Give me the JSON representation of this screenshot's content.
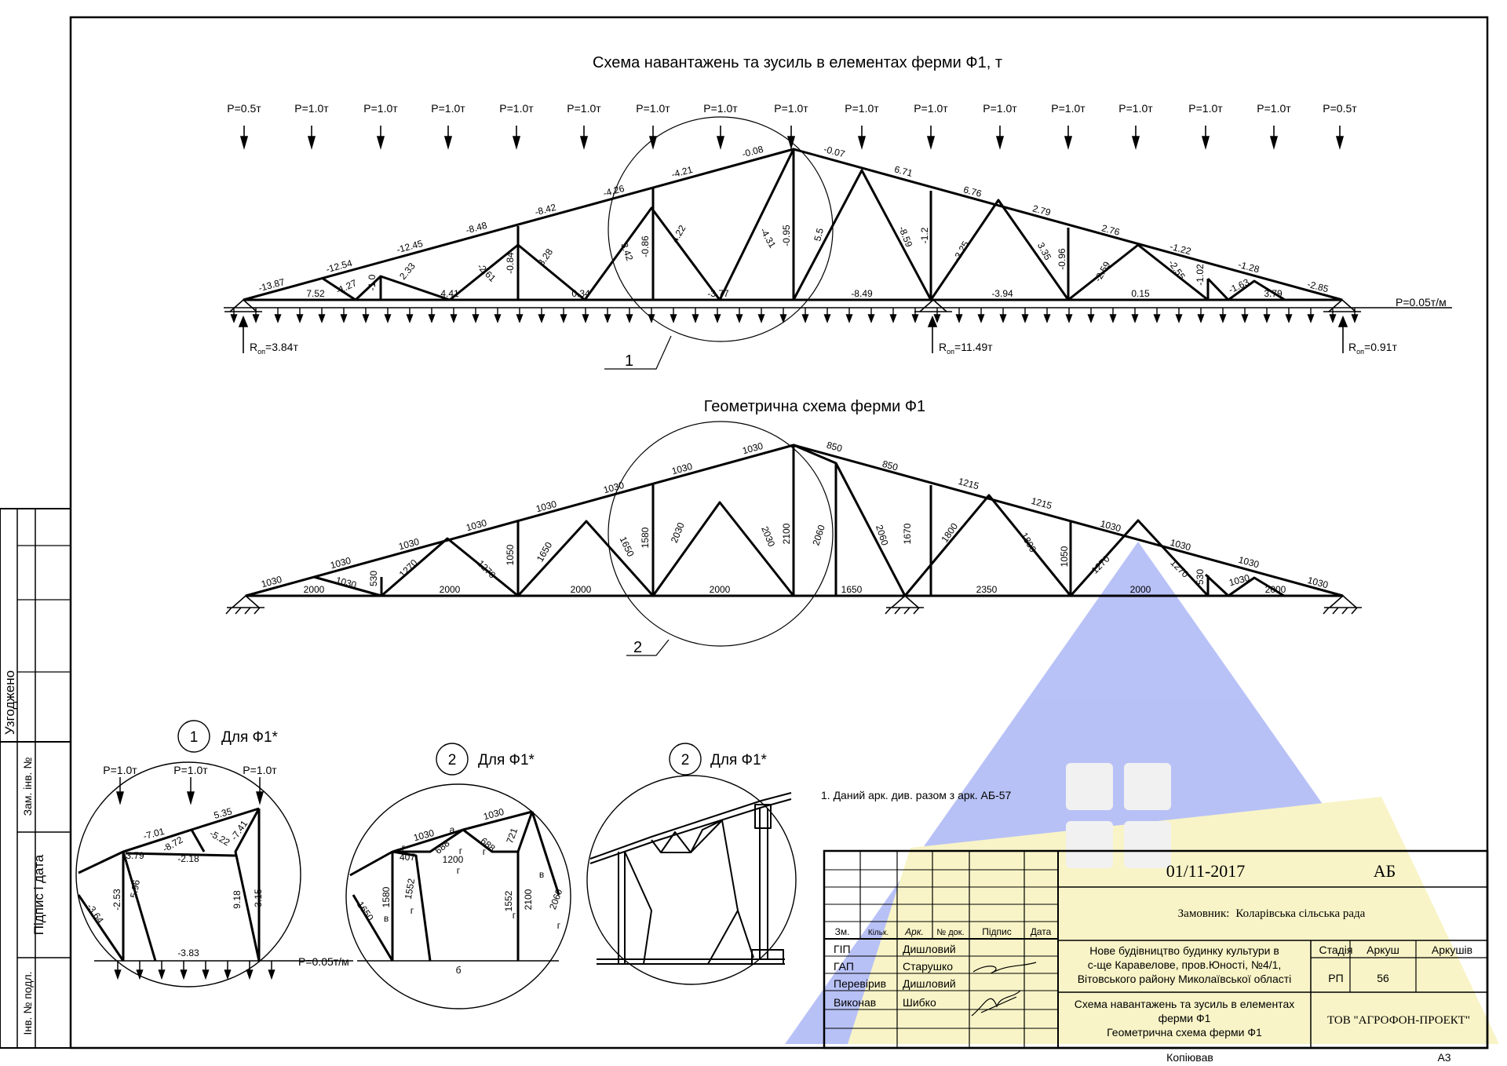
{
  "titles": {
    "loads": "Схема навантажень та зусиль в елементах ферми Ф1, т",
    "geometry": "Геометрична схема ферми Ф1"
  },
  "loads": [
    "P=0.5т",
    "P=1.0т",
    "P=1.0т",
    "P=1.0т",
    "P=1.0т",
    "P=1.0т",
    "P=1.0т",
    "P=1.0т",
    "P=1.0т",
    "P=1.0т",
    "P=1.0т",
    "P=1.0т",
    "P=1.0т",
    "P=1.0т",
    "P=1.0т",
    "P=1.0т",
    "P=0.5т"
  ],
  "distributed_load": "P=0.05т/м",
  "reactions": [
    {
      "sub": "оп",
      "value": "=3.84т"
    },
    {
      "sub": "оп",
      "value": "=11.49т"
    },
    {
      "sub": "оп",
      "value": "=0.91т"
    }
  ],
  "reaction_symbol": "R",
  "forces": {
    "top_chord": [
      "-13.87",
      "-12.54",
      "-12.45",
      "-8.48",
      "-8.42",
      "-4.26",
      "-4.21",
      "-0.08",
      "-0.07",
      "6.71",
      "6.76",
      "2.79",
      "2.76",
      "-1.22",
      "-1.28",
      "-2.85"
    ],
    "bottom_chord": [
      "7.52",
      "4.41",
      "0.34",
      "-3.77",
      "-8.49",
      "-3.94",
      "0.15",
      "3.79"
    ],
    "web": [
      "-1.27",
      "-1.0",
      "2.33",
      "-2.61",
      "-0.84",
      "3.28",
      "3.42",
      "-0.86",
      "4.22",
      "-4.31",
      "-0.95",
      "5.5",
      "-8.59",
      "-1.2",
      "-3.25",
      "3.35",
      "-0.96",
      "-2.59",
      "-2.55",
      "-1.02",
      "-1.63"
    ]
  },
  "geometry": {
    "top_chord": [
      "1030",
      "1030",
      "1030",
      "1030",
      "1030",
      "1030",
      "1030",
      "1030",
      "850",
      "850",
      "1215",
      "1215",
      "1030",
      "1030",
      "1030",
      "1030"
    ],
    "bottom_chord": [
      "2000",
      "2000",
      "2000",
      "2000",
      "1650",
      "2350",
      "2000",
      "2000"
    ],
    "web": [
      "1030",
      "530",
      "1270",
      "1270",
      "1050",
      "1650",
      "1650",
      "1580",
      "2030",
      "2030",
      "2100",
      "2060",
      "2060",
      "1670",
      "1800",
      "1800",
      "1050",
      "1270",
      "1270",
      "530",
      "1030"
    ]
  },
  "callouts": [
    "1",
    "2"
  ],
  "details": [
    {
      "num": "1",
      "label": "Для Ф1*",
      "loads": [
        "P=1.0т",
        "P=1.0т",
        "P=1.0т"
      ],
      "values": [
        "-7.01",
        "5.35",
        "3.79",
        "-8.72",
        "-5.22",
        "-7.41",
        "-2.18",
        "-2.53",
        "5.96",
        "9.18",
        "3.15",
        "-3.64",
        "-3.83"
      ],
      "dist_load": "P=0.05т/м"
    },
    {
      "num": "2",
      "label": "Для Ф1*",
      "values": [
        "1030",
        "1030",
        "а",
        "407",
        "688",
        "688",
        "721",
        "г",
        "г",
        "г",
        "1200",
        "г",
        "1650",
        "1580",
        "1552",
        "в",
        "г",
        "1552",
        "2100",
        "2060",
        "в",
        "г",
        "г",
        "б"
      ]
    },
    {
      "num": "2",
      "label": "Для Ф1*"
    }
  ],
  "note": "1. Даний арк. див. разом з арк. АБ-57",
  "side_stamp": {
    "agreed": "Узгоджено",
    "replaced": "Зам. інв. №",
    "signature_date": "Підпис і дата",
    "inv_no": "Інв. № подл."
  },
  "title_block": {
    "code": "01/11-2017",
    "section": "АБ",
    "customer_label": "Замовник:",
    "customer": "Коларівська сільська рада",
    "headers": [
      "Зм.",
      "Кільк.",
      "Арк.",
      "№ док.",
      "Підпис",
      "Дата"
    ],
    "people": [
      {
        "role": "ГІП",
        "name": "Дишловий"
      },
      {
        "role": "ГАП",
        "name": "Старушко"
      },
      {
        "role": "Перевірив",
        "name": "Дишловий"
      },
      {
        "role": "Виконав",
        "name": "Шибко"
      }
    ],
    "project_lines": [
      "Нове будівництво будинку культури в",
      "с-ще Каравелове, пров.Юності, №4/1,",
      "Вітовського району Миколаївської області"
    ],
    "stage_label": "Стадія",
    "sheet_label": "Аркуш",
    "sheets_label": "Аркушів",
    "stage": "РП",
    "sheet": "56",
    "content_lines": [
      "Схема навантажень та зусиль в елементах",
      "ферми Ф1",
      "Геометрична схема ферми Ф1"
    ],
    "company": "ТОВ \"АГРОФОН-ПРОЕКТ\"",
    "copied": "Копіював",
    "format": "А3"
  },
  "colors": {
    "watermark_blue": "#7f8ff0",
    "watermark_yellow": "#f4ec9a",
    "watermark_light": "#e6e6e6"
  }
}
